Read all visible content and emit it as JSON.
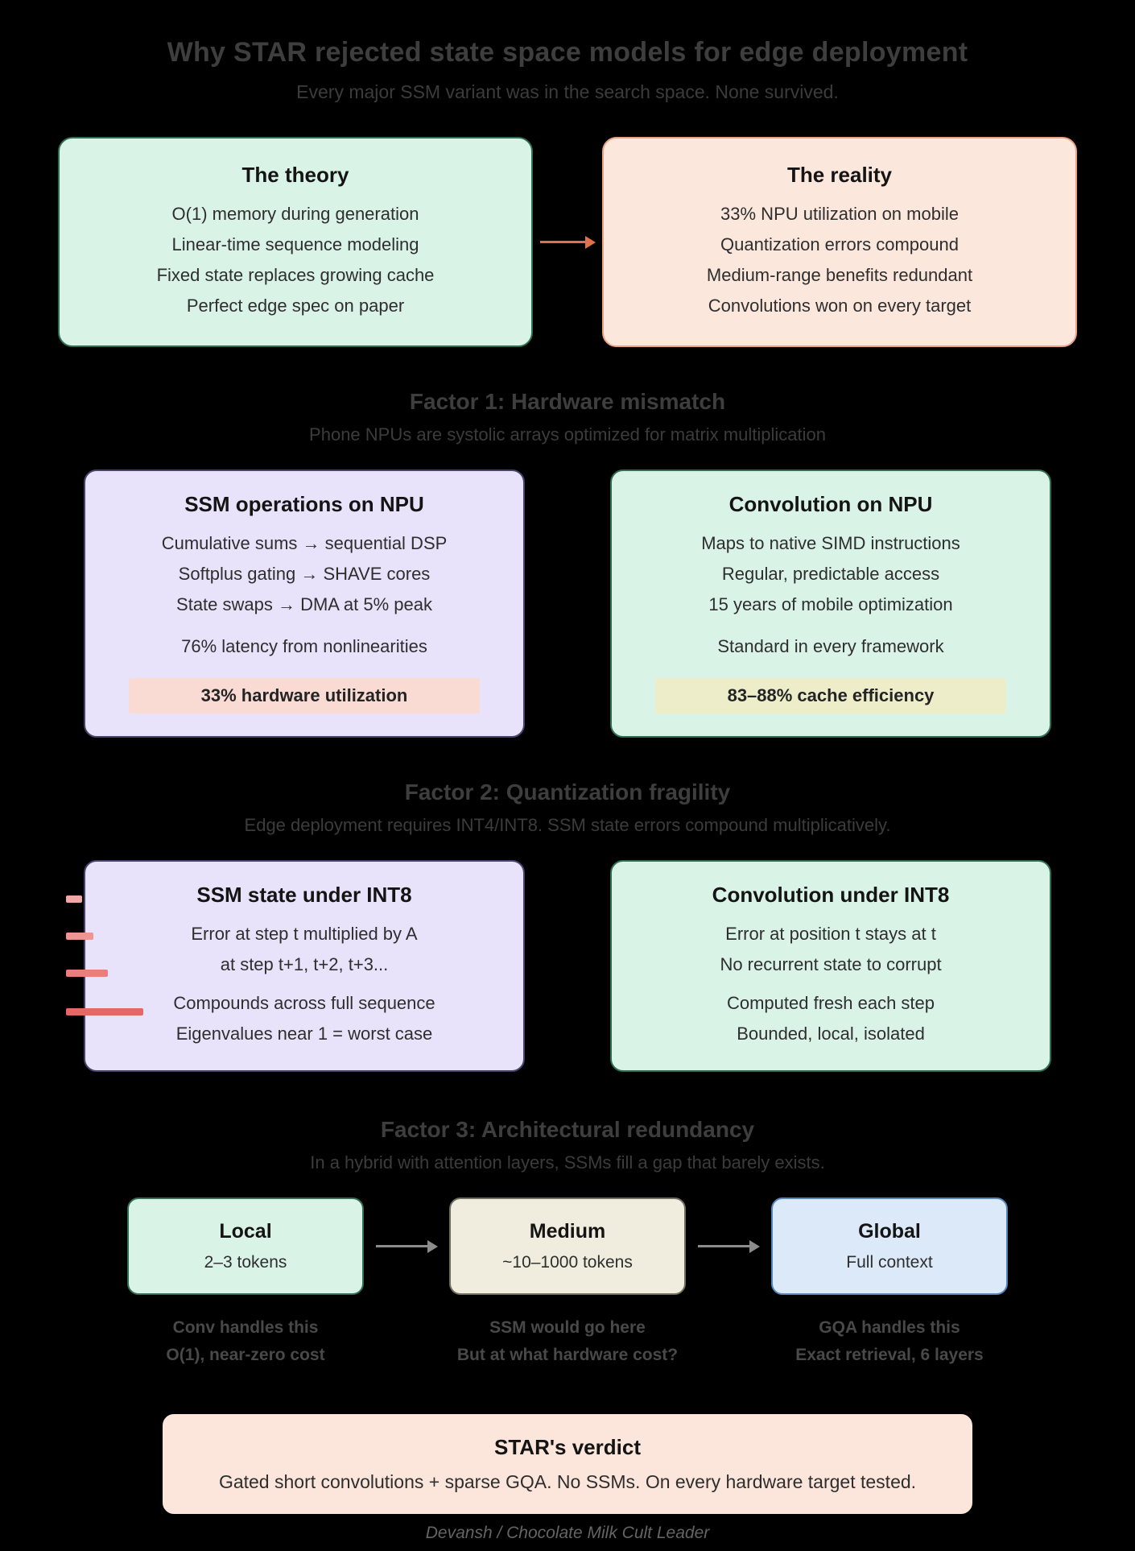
{
  "colors": {
    "background": "#000000",
    "mint_fill": "#daf3e7",
    "mint_border": "#2e6e52",
    "peach_fill": "#fce7dd",
    "peach_border": "#eda184",
    "lavender_fill": "#e8e3fa",
    "lavender_border": "#47436b",
    "cream_fill": "#f0eddf",
    "cream_border": "#6f6e5e",
    "blue_fill": "#dbe9f8",
    "blue_border": "#5585bd",
    "highlight_pink": "#f9dbd4",
    "highlight_yellow": "#eeedca",
    "arrow_orange": "#e0714a",
    "arrow_gray": "#8c8c8c",
    "error_bar_red": "#e56767"
  },
  "page": {
    "title": "Why STAR rejected state space models for edge deployment",
    "subtitle": "Every major SSM variant was in the search space. None survived.",
    "footer": "Devansh / Chocolate Milk Cult Leader"
  },
  "intro": {
    "theory": {
      "title": "The theory",
      "lines": [
        "O(1) memory during generation",
        "Linear-time sequence modeling",
        "Fixed state replaces growing cache",
        "Perfect edge spec on paper"
      ]
    },
    "reality": {
      "title": "The reality",
      "lines": [
        "33% NPU utilization on mobile",
        "Quantization errors compound",
        "Medium-range benefits redundant",
        "Convolutions won on every target"
      ]
    }
  },
  "factor1": {
    "heading": "Factor 1: Hardware mismatch",
    "subheading": "Phone NPUs are systolic arrays optimized for matrix multiplication",
    "ssm": {
      "title": "SSM operations on NPU",
      "lines": [
        "Cumulative sums → sequential DSP",
        "Softplus gating → SHAVE cores",
        "State swaps → DMA at 5% peak"
      ],
      "note": "76% latency from nonlinearities",
      "highlight": "33% hardware utilization"
    },
    "conv": {
      "title": "Convolution on NPU",
      "lines": [
        "Maps to native SIMD instructions",
        "Regular, predictable access",
        "15 years of mobile optimization"
      ],
      "note": "Standard in every framework",
      "highlight": "83–88% cache efficiency"
    }
  },
  "factor2": {
    "heading": "Factor 2: Quantization fragility",
    "subheading": "Edge deployment requires INT4/INT8. SSM state errors compound multiplicatively.",
    "ssm": {
      "title": "SSM state under INT8",
      "lines": [
        "Error at step t multiplied by A",
        "at step t+1, t+2, t+3...",
        "Compounds across full sequence",
        "Eigenvalues near 1 = worst case"
      ]
    },
    "conv": {
      "title": "Convolution under INT8",
      "lines": [
        "Error at position t stays at t",
        "No recurrent state to corrupt",
        "Computed fresh each step",
        "Bounded, local, isolated"
      ]
    }
  },
  "factor3": {
    "heading": "Factor 3: Architectural redundancy",
    "subheading": "In a hybrid with attention layers, SSMs fill a gap that barely exists.",
    "ranges": [
      {
        "title": "Local",
        "line": "2–3 tokens",
        "caption1": "Conv handles this",
        "caption2": "O(1), near-zero cost"
      },
      {
        "title": "Medium",
        "line": "~10–1000 tokens",
        "caption1": "SSM would go here",
        "caption2": "But at what hardware cost?"
      },
      {
        "title": "Global",
        "line": "Full context",
        "caption1": "GQA handles this",
        "caption2": "Exact retrieval, 6 layers"
      }
    ]
  },
  "verdict": {
    "title": "STAR's verdict",
    "text": "Gated short convolutions + sparse GQA. No SSMs. On every hardware target tested."
  }
}
